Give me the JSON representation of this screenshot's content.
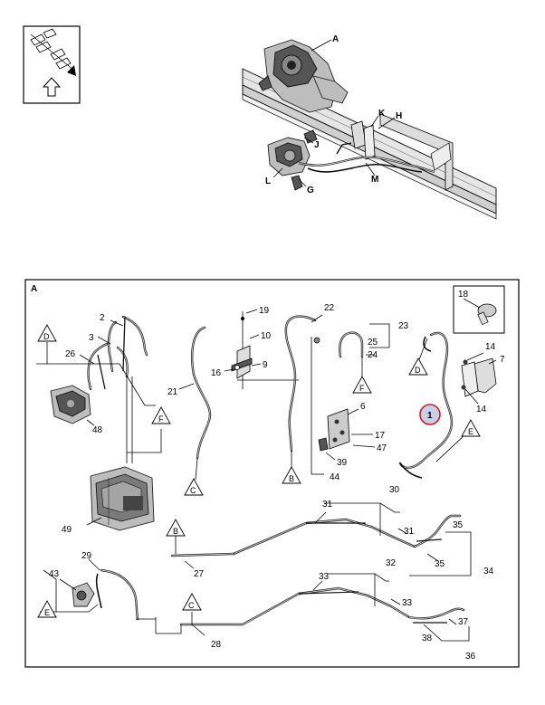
{
  "overview": {
    "callouts": [
      "A",
      "K",
      "H",
      "J",
      "L",
      "G",
      "M"
    ]
  },
  "detail": {
    "view_label": "A",
    "part_numbers": [
      "2",
      "3",
      "26",
      "48",
      "49",
      "21",
      "19",
      "10",
      "16",
      "9",
      "22",
      "23",
      "25",
      "24",
      "6",
      "17",
      "47",
      "39",
      "44",
      "18",
      "14",
      "7",
      "14",
      "1",
      "31",
      "30",
      "31",
      "35",
      "34",
      "35",
      "27",
      "29",
      "43",
      "33",
      "32",
      "33",
      "37",
      "38",
      "36",
      "28"
    ],
    "highlighted_part": "1",
    "connector_refs": [
      "D",
      "F",
      "C",
      "B",
      "F",
      "D",
      "E",
      "B",
      "C",
      "E"
    ]
  }
}
